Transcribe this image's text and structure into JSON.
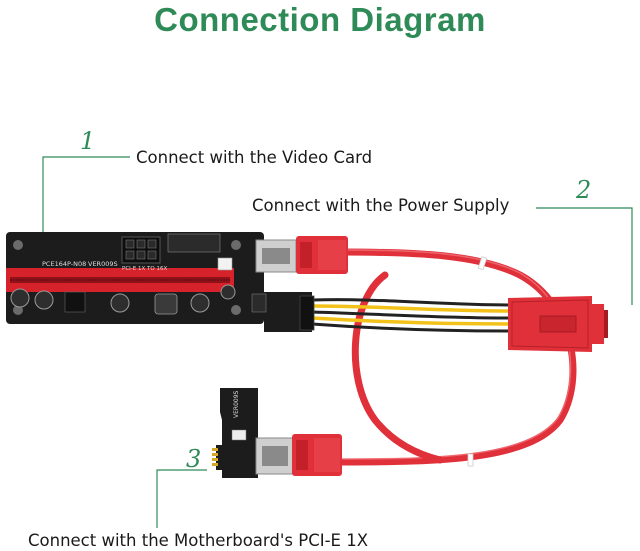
{
  "title": "Connection Diagram",
  "callouts": [
    {
      "number": "1",
      "text": "Connect with the Video Card"
    },
    {
      "number": "2",
      "text": "Connect with the Power Supply"
    },
    {
      "number": "3",
      "text": "Connect with the Motherboard's PCI-E 1X"
    }
  ],
  "board_labels": {
    "model": "PCE164P-N08",
    "version": "VER009S",
    "slot_text": "PCI-E 1X TO 16X"
  },
  "adapter_label": "VER009S",
  "colors": {
    "title": "#2e8b57",
    "callout_line": "#2e8b57",
    "cable": "#e0303a",
    "board": "#1c1c1c",
    "slot": "#d6222a",
    "wire_yellow": "#f2c21a"
  }
}
